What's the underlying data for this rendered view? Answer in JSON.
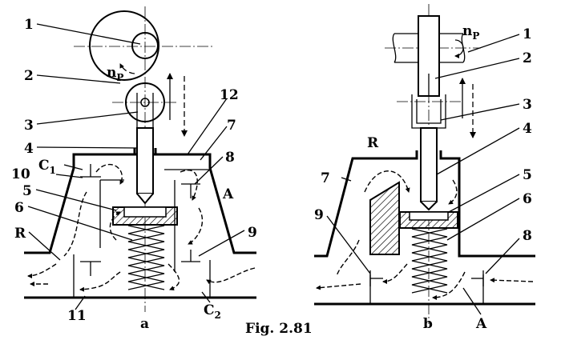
{
  "caption": "Fig. 2.81",
  "diagram_a": {
    "labels": {
      "l1": "1",
      "l2": "2",
      "l3": "3",
      "l4": "4",
      "c1_main": "C",
      "c1_sub": "1",
      "l10": "10",
      "l5": "5",
      "l6": "6",
      "r": "R",
      "l11": "11",
      "sub": "a",
      "c2_main": "C",
      "c2_sub": "2",
      "l9": "9",
      "a": "A",
      "l8": "8",
      "l7": "7",
      "l12": "12",
      "np_main": "n",
      "np_sub": "P"
    }
  },
  "diagram_b": {
    "labels": {
      "np_main": "n",
      "np_sub": "P",
      "l1": "1",
      "l2": "2",
      "l3": "3",
      "l4": "4",
      "l5": "5",
      "l6": "6",
      "l8": "8",
      "r": "R",
      "l7": "7",
      "l9": "9",
      "sub": "b",
      "a": "A"
    }
  }
}
